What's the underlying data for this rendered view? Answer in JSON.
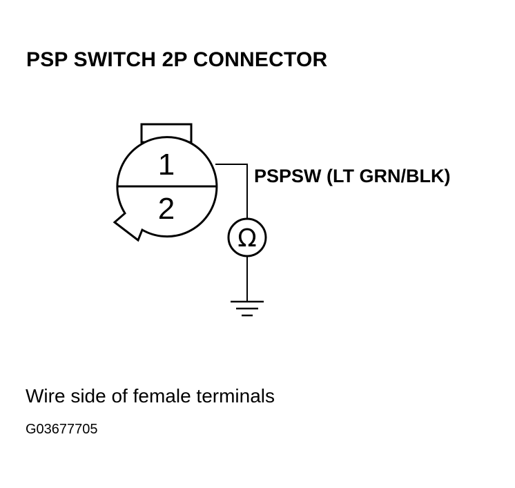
{
  "title": "PSP SWITCH 2P CONNECTOR",
  "connector": {
    "pins": [
      "1",
      "2"
    ]
  },
  "wire": {
    "label": "PSPSW (LT GRN/BLK)"
  },
  "meter": {
    "symbol": "Ω",
    "icon": "ohmmeter-icon"
  },
  "ground": {
    "icon": "ground-icon"
  },
  "caption": "Wire side of female terminals",
  "figure_id": "G03677705"
}
